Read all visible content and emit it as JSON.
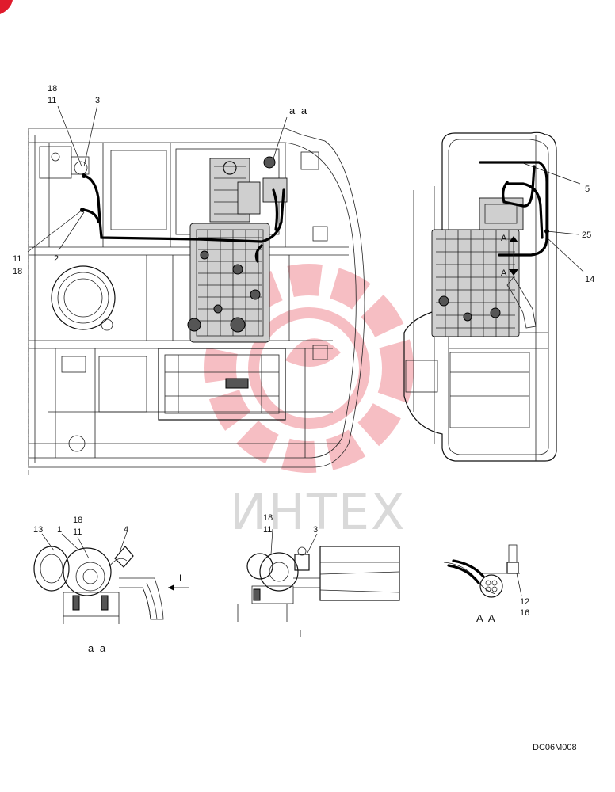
{
  "watermark": {
    "text": "ИНТЕХ",
    "color": "#e01b2c"
  },
  "drawing_code": "DC06M008",
  "main_view": {
    "callouts": [
      "18",
      "11",
      "3",
      "aa",
      "11",
      "18",
      "2"
    ]
  },
  "side_view": {
    "callouts": [
      "5",
      "25",
      "14",
      "A",
      "A"
    ]
  },
  "detail_aa": {
    "callouts": [
      "13",
      "1",
      "18",
      "11",
      "4",
      "I"
    ],
    "caption": "a a"
  },
  "detail_I": {
    "callouts": [
      "18",
      "11",
      "3"
    ],
    "caption": "I"
  },
  "detail_AA": {
    "callouts": [
      "12",
      "16"
    ],
    "caption": "A A"
  },
  "main_aa_label": "a a"
}
